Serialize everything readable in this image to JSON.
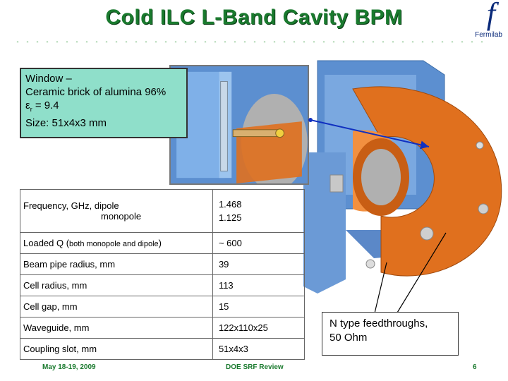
{
  "header": {
    "title": "Cold ILC L-Band Cavity BPM",
    "logo_letter": "f",
    "logo_text": "Fermilab"
  },
  "callout": {
    "line1": "Window –",
    "line2": "Ceramic brick of alumina 96%",
    "line3_prefix": "ε",
    "line3_sub": "r",
    "line3_rest": " = 9.4",
    "line4": "Size: 51x4x3 mm"
  },
  "table": {
    "rows": [
      {
        "label_a": "Frequency, GHz, dipole",
        "label_b": "monopole",
        "value_a": "1.468",
        "value_b": "1.125"
      },
      {
        "label": "Loaded Q (",
        "label_small": "both monopole and dipole",
        "label_end": ")",
        "value": "~ 600"
      },
      {
        "label": "Beam pipe radius, mm",
        "value": "39"
      },
      {
        "label": "Cell radius, mm",
        "value": "113"
      },
      {
        "label": "Cell gap, mm",
        "value": "15"
      },
      {
        "label": "Waveguide, mm",
        "value": "122x110x25"
      },
      {
        "label": "Coupling slot, mm",
        "value": "51x4x3"
      }
    ]
  },
  "annotation": {
    "line1": "N type feedthroughs,",
    "line2": "50 Ohm"
  },
  "footer": {
    "date": "May 18-19, 2009",
    "event": "DOE SRF Review",
    "page": "6"
  },
  "colors": {
    "title_green": "#1a7a2e",
    "callout_bg": "#8fdfca",
    "copper": "#e0701e",
    "steel_blue": "#5c8fd0"
  }
}
